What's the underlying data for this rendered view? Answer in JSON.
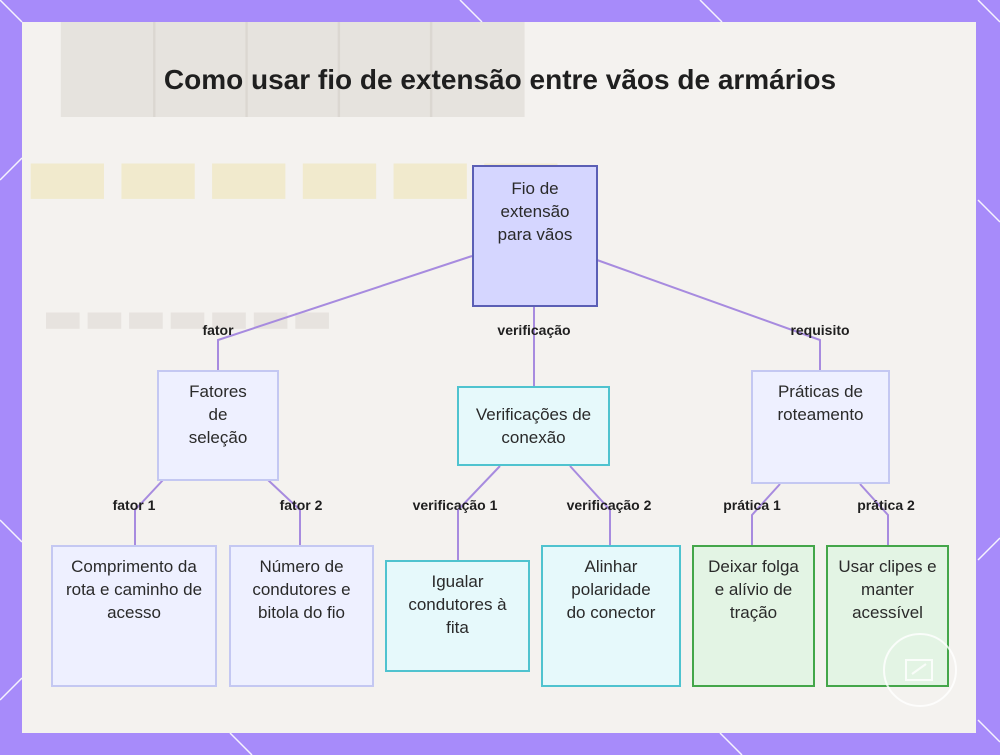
{
  "title": "Como usar fio de extensão entre vãos de armários",
  "nodes": {
    "root": "Fio de extensão para vãos",
    "selection": "Fatores de seleção",
    "verification": "Verificações de conexão",
    "routing": "Práticas de roteamento",
    "length": "Comprimento da rota e caminho de acesso",
    "conductors": "Número de condutores e bitola do fio",
    "match": "Igualar condutores à fita",
    "polarity": "Alinhar polaridade do conector",
    "slack": "Deixar folga e alívio de tração",
    "clips": "Usar clipes e manter acessível"
  },
  "edge_labels": {
    "fator": "fator",
    "verificacao": "verificação",
    "requisito": "requisito",
    "fator1": "fator 1",
    "fator2": "fator 2",
    "verificacao1": "verificação 1",
    "verificacao2": "verificação 2",
    "pratica1": "prática 1",
    "pratica2": "prática 2"
  },
  "colors": {
    "frame": "#a78bfa",
    "edge": "#a78bdf",
    "root_fill": "#d5d6ff",
    "root_border": "#5b5fb5",
    "selection_border": "#c4c8f2",
    "verification_border": "#4fc3cf",
    "routing_border": "#44a64a"
  }
}
